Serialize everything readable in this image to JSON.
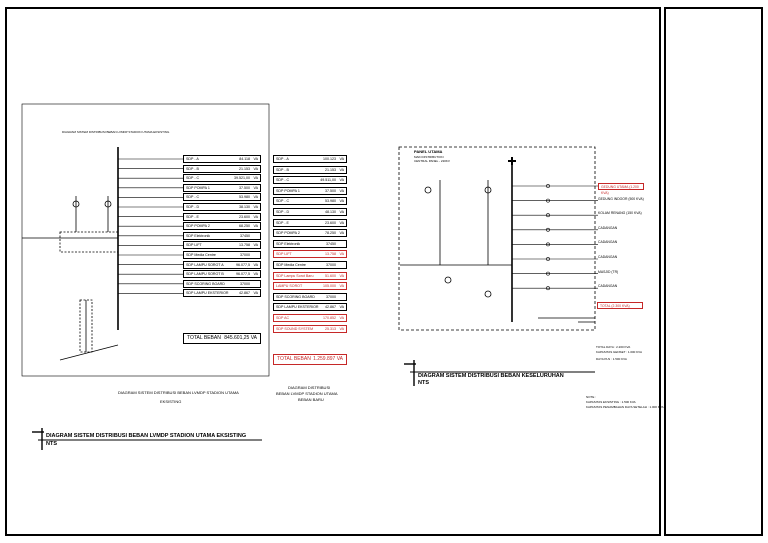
{
  "left_diagram": {
    "header_note": "DIAGRAM SISTEM DISTRIBUSI BEBAN LVMDP STADION UTAMA EKSISTING",
    "total_label": "TOTAL BEBAN",
    "total_value": "845.601,25 VA",
    "existing_rows": [
      {
        "name": "SDP - A",
        "value": "84.118",
        "unit": "VA"
      },
      {
        "name": "SDP - B",
        "value": "21.153",
        "unit": "VA"
      },
      {
        "name": "SDP - C",
        "value": "39.521,00",
        "unit": "VA"
      },
      {
        "name": "SDP POMPA 1",
        "value": "37.500",
        "unit": "VA"
      },
      {
        "name": "SDP - C",
        "value": "53.980",
        "unit": "VA"
      },
      {
        "name": "SDP - D",
        "value": "38.130",
        "unit": "VA"
      },
      {
        "name": "SDP - E",
        "value": "23.600",
        "unit": "VA"
      },
      {
        "name": "SDP POMPA 2",
        "value": "68.250",
        "unit": "VA"
      },
      {
        "name": "SDP Elektronik",
        "value": "37450",
        "unit": ""
      },
      {
        "name": "SDP LIFT",
        "value": "13.758",
        "unit": "VA"
      },
      {
        "name": "SDP Media Centre",
        "value": "37000",
        "unit": ""
      },
      {
        "name": "SDP LAMPU SOROT A",
        "value": "96.077,5",
        "unit": "VA"
      },
      {
        "name": "SDP LAMPU SOROT B",
        "value": "96.077,5",
        "unit": "VA"
      },
      {
        "name": "SDP SCORING BOARD",
        "value": "37000",
        "unit": ""
      },
      {
        "name": "SDP LAMPU EKSTERIOR",
        "value": "42.867",
        "unit": "VA"
      }
    ],
    "new_rows": [
      {
        "name": "SDP - A",
        "value": "100.123",
        "unit": "VA",
        "red": false
      },
      {
        "name": "SDP - B",
        "value": "21.153",
        "unit": "VA",
        "red": false
      },
      {
        "name": "SDP - C",
        "value": "49.511,00",
        "unit": "VA",
        "red": false
      },
      {
        "name": "SDP POMPA 1",
        "value": "37.500",
        "unit": "VA",
        "red": false
      },
      {
        "name": "SDP - C",
        "value": "53.980",
        "unit": "VA",
        "red": false
      },
      {
        "name": "SDP - D",
        "value": "48.130",
        "unit": "VA",
        "red": false
      },
      {
        "name": "SDP - E",
        "value": "23.600",
        "unit": "VA",
        "red": false
      },
      {
        "name": "SDP POMPA 2",
        "value": "78.250",
        "unit": "VA",
        "red": false
      },
      {
        "name": "SDP Elektronik",
        "value": "37450",
        "unit": "",
        "red": false
      },
      {
        "name": "SDP LIFT",
        "value": "13.758",
        "unit": "VA",
        "red": true
      },
      {
        "name": "SDP Media Centre",
        "value": "37000",
        "unit": "",
        "red": false
      },
      {
        "name": "SDP Lampu Sorot Baru",
        "value": "51.600",
        "unit": "VA",
        "red": true
      },
      {
        "name": "LAMPU SOROT",
        "value": "105.000",
        "unit": "VA",
        "red": true
      },
      {
        "name": "SDP SCORING BOARD",
        "value": "37000",
        "unit": "",
        "red": false
      },
      {
        "name": "SDP LAMPU EKSTERIOR",
        "value": "42.867",
        "unit": "VA",
        "red": false
      },
      {
        "name": "SDP AC",
        "value": "170.852",
        "unit": "VA",
        "red": true
      },
      {
        "name": "SDP SOUND SYSTEM",
        "value": "25.313",
        "unit": "VA",
        "red": true
      }
    ],
    "new_total_label": "TOTAL BEBAN",
    "new_total_value": "1.259.897 VA",
    "caption_mid_1": "DIAGRAM SISTEM DISTRIBUSI BEBAN LVMDP STADION UTAMA",
    "caption_mid_2": "EKSISTING",
    "caption_right_1": "DIAGRAM DISTRIBUSI",
    "caption_right_2": "BEBAN LVMDP STADION UTAMA",
    "caption_right_3": "BEBAN BARU",
    "title": "DIAGRAM SISTEM DISTRIBUSI BEBAN LVMDP STADION UTAMA EKSISTING",
    "subtitle": "NTS"
  },
  "right_diagram": {
    "panel_title": "PANEL UTAMA",
    "panel_sub_1": "MAIN DISTRIBUTION",
    "panel_sub_2": "CENTRAL PANEL - 220KV",
    "outgoing": [
      {
        "label": "GEDUNG UTAMA (1.200 KVA)",
        "red": true
      },
      {
        "label": "GEDUNG INDOOR (500 KVA)",
        "red": false
      },
      {
        "label": "KOLAM RENANG (150 KVA)",
        "red": false
      },
      {
        "label": "CADANGAN",
        "red": false
      },
      {
        "label": "CADANGAN",
        "red": false
      },
      {
        "label": "CADANGAN",
        "red": false
      },
      {
        "label": "MASJID (TR)",
        "red": false
      },
      {
        "label": "CADANGAN",
        "red": false
      }
    ],
    "bottom_red": "TOTAL (2.300 KVA)",
    "title": "DIAGRAM SISTEM DISTRIBUSI BEBAN KESELURUHAN",
    "subtitle": "NTS",
    "notes_1": "TOTAL DAYA : 2.200 KVA",
    "notes_2": "KAPASITAS GENSET : 1.000 KVA",
    "notes_3": "DAYA PLN : 1.500 KVA",
    "notes_4": "NOTE :",
    "notes_5": "KAPASITAS EKSISTING : 1.500 KVA",
    "notes_6": "KAPASITAS PENAMBAHAN DAYA SETELAH : 1.000 KVA"
  }
}
